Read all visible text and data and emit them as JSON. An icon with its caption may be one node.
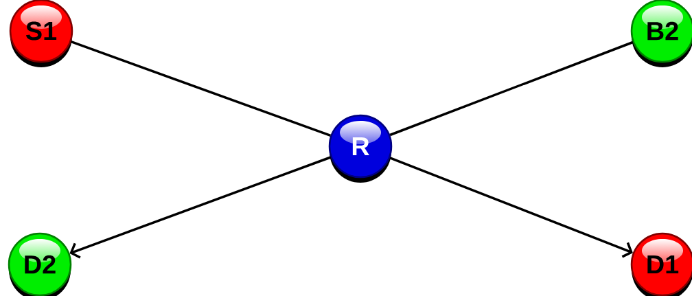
{
  "diagram": {
    "nodes": [
      {
        "text": [
          "S1"
        ]
      },
      {
        "text": [
          "B2"
        ]
      },
      {
        "text": [
          "R"
        ]
      },
      {
        "text": [
          "D2"
        ]
      },
      {
        "text": [
          "D1"
        ]
      }
    ],
    "edges": [
      {
        "from": 0,
        "to": 2,
        "arrow": "none"
      },
      {
        "from": 1,
        "to": 2,
        "arrow": "none"
      },
      {
        "from": 2,
        "to": 3,
        "arrow": "to"
      },
      {
        "from": 2,
        "to": 4,
        "arrow": "to"
      }
    ]
  }
}
